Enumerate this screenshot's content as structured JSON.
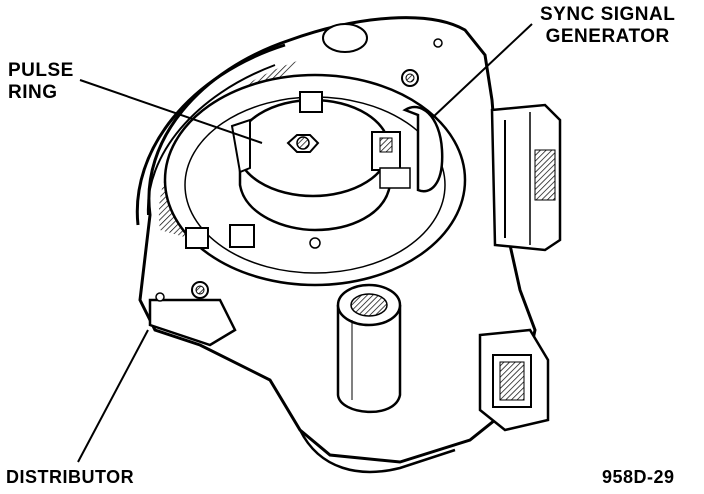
{
  "labels": {
    "pulse_ring": [
      "PULSE",
      "RING"
    ],
    "sync_signal_generator": [
      "SYNC SIGNAL",
      "GENERATOR"
    ],
    "distributor": "DISTRIBUTOR",
    "figure_id": "958D-29"
  },
  "colors": {
    "ink": "#000000",
    "paper": "#ffffff",
    "shade": "#d9d9d9"
  }
}
